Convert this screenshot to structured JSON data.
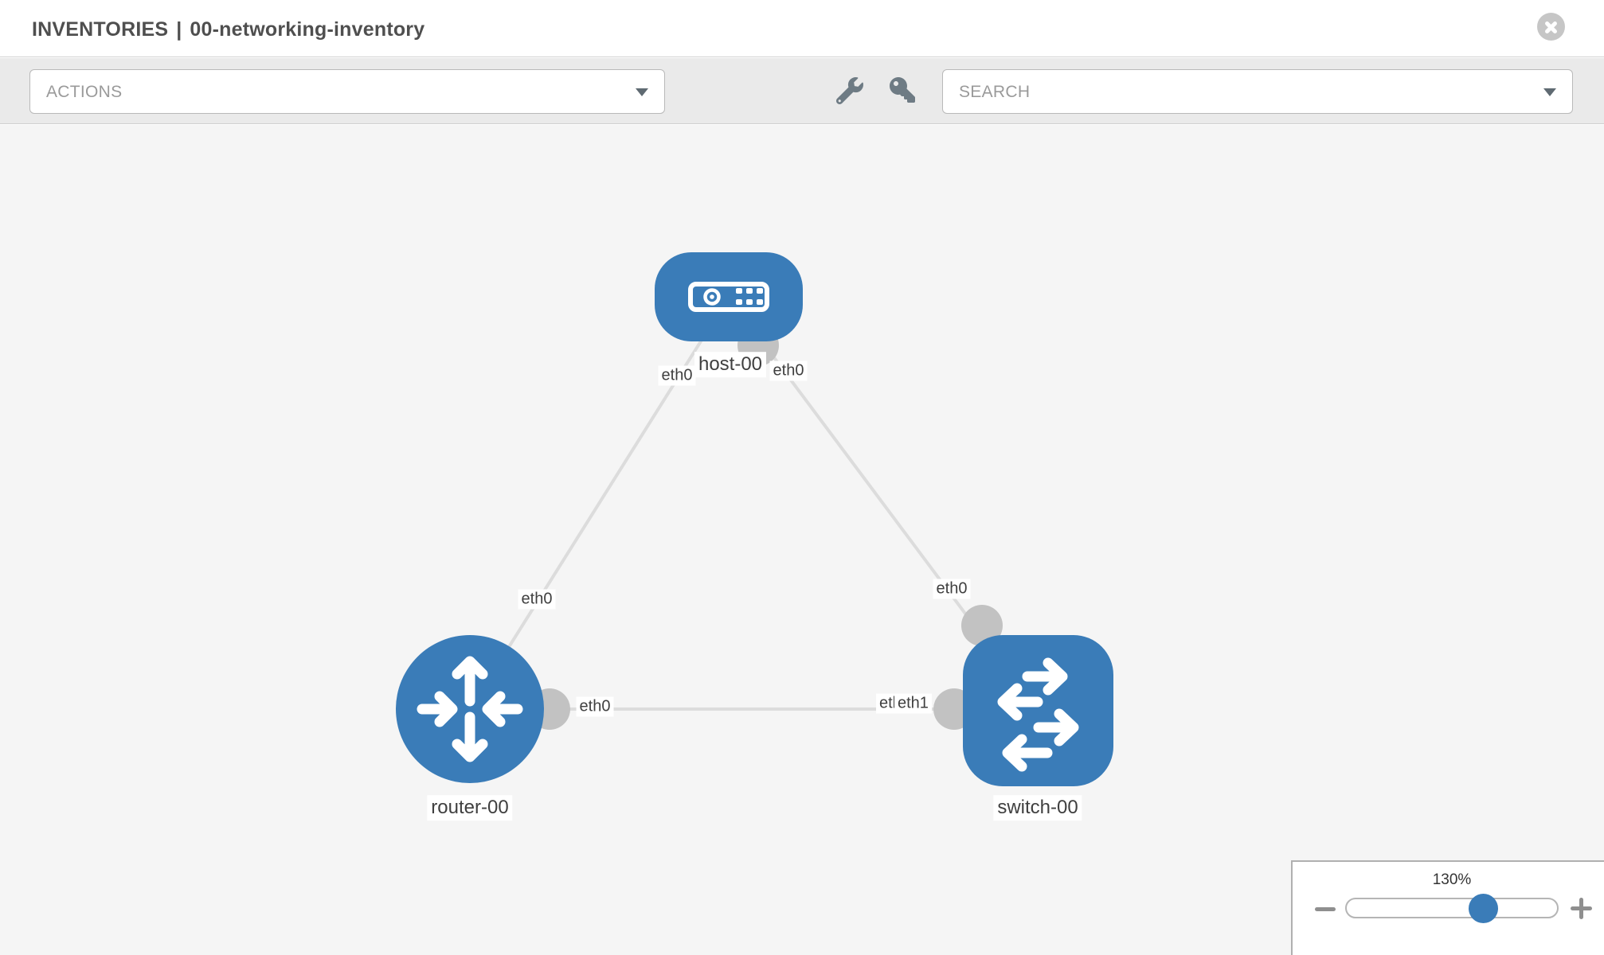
{
  "header": {
    "section": "INVENTORIES",
    "separator": "|",
    "inventory_name": "00-networking-inventory",
    "close_icon": "close-icon"
  },
  "toolbar": {
    "actions_label": "ACTIONS",
    "search_placeholder": "SEARCH",
    "icons": [
      "wrench-icon",
      "key-icon",
      "caret-down-icon"
    ]
  },
  "topology": {
    "nodes": [
      {
        "label": "host-00",
        "type": "host"
      },
      {
        "label": "router-00",
        "type": "router"
      },
      {
        "label": "switch-00",
        "type": "switch"
      }
    ],
    "links": [
      {
        "from": "host-00",
        "from_if": "eth0",
        "to": "router-00",
        "to_if": "eth0"
      },
      {
        "from": "host-00",
        "from_if": "eth0",
        "to": "switch-00",
        "to_if": "eth0"
      },
      {
        "from": "router-00",
        "from_if": "eth0",
        "to": "switch-00",
        "to_if": "eth1"
      }
    ],
    "overlapped_interface_label": "eth0"
  },
  "zoom_control": {
    "level": "130%",
    "icons": [
      "minus-icon",
      "plus-icon"
    ]
  },
  "colors": {
    "node_blue": "#3a7cb8",
    "link_gray": "#dcdcdc",
    "connector_gray": "#c2c2c2",
    "canvas_bg": "#f5f5f5",
    "toolbar_bg": "#eaeaea"
  }
}
